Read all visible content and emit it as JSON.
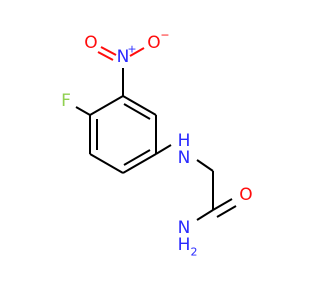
{
  "atoms": {
    "fluorine": {
      "label": "F",
      "color": "#90d050"
    },
    "nitro_nitrogen": {
      "label": "N",
      "charge": "+",
      "color": "#2a2aff"
    },
    "nitro_oxygen_left": {
      "label": "O",
      "color": "#ff0d0d"
    },
    "nitro_oxygen_right": {
      "label": "O",
      "charge": "−",
      "color": "#ff0d0d"
    },
    "amine": {
      "label": "H",
      "sub_label": "N",
      "color": "#2a2aff"
    },
    "carbonyl_oxygen": {
      "label": "O",
      "color": "#ff0d0d"
    },
    "amide_nitrogen": {
      "label": "N",
      "color": "#2a2aff"
    },
    "amide_hydrogens": {
      "label": "H",
      "sub": "2",
      "color": "#2a2aff"
    }
  }
}
